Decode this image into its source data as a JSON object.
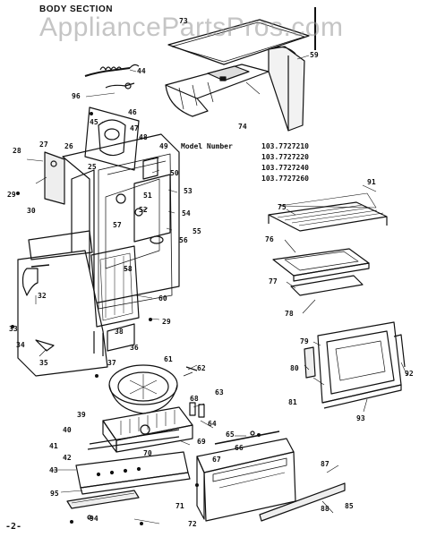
{
  "header": {
    "title": "BODY SECTION"
  },
  "watermark": "AppliancePartsPros.com",
  "models": {
    "label": "Model Number",
    "numbers": [
      "103.7727210",
      "103.7727220",
      "103.7727240",
      "103.7727260"
    ]
  },
  "page_number": "-2-",
  "callouts": [
    "44",
    "96",
    "45",
    "46",
    "47",
    "48",
    "49",
    "50",
    "51",
    "27",
    "26",
    "25",
    "28",
    "29",
    "30",
    "52",
    "53",
    "54",
    "55",
    "56",
    "57",
    "58",
    "60",
    "32",
    "33",
    "34",
    "35",
    "36",
    "37",
    "38",
    "29",
    "62",
    "61",
    "63",
    "68",
    "64",
    "39",
    "40",
    "41",
    "42",
    "43",
    "65",
    "66",
    "67",
    "69",
    "70",
    "71",
    "72",
    "95",
    "94",
    "73",
    "74",
    "91",
    "75",
    "76",
    "77",
    "78",
    "79",
    "80",
    "81",
    "92",
    "93",
    "87",
    "88",
    "85",
    "59"
  ],
  "colors": {
    "ink": "#111111",
    "paper": "#ffffff",
    "watermark": "#969696"
  }
}
